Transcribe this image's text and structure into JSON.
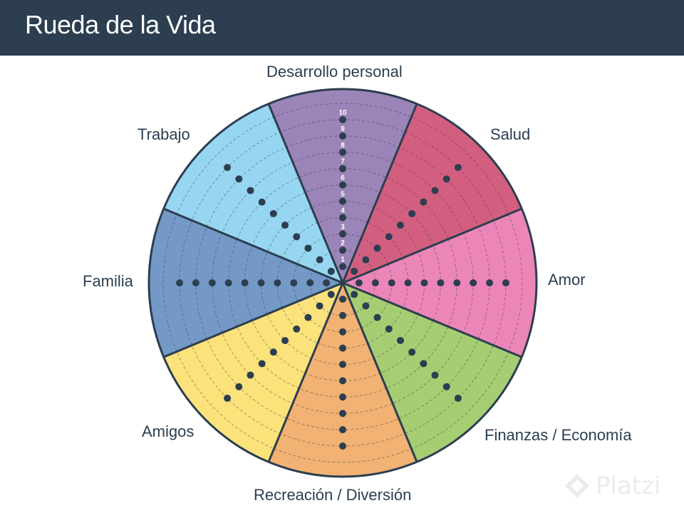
{
  "title": "Rueda de la Vida",
  "scale_labels": [
    "1",
    "2",
    "3",
    "4",
    "5",
    "6",
    "7",
    "8",
    "9",
    "10"
  ],
  "segments": [
    {
      "label": "Desarrollo personal",
      "color": "#9b84b8"
    },
    {
      "label": "Salud",
      "color": "#d35f80"
    },
    {
      "label": "Amor",
      "color": "#ec86b8"
    },
    {
      "label": "Finanzas / Economía",
      "color": "#a6cd72"
    },
    {
      "label": "Recreación / Diversión",
      "color": "#f1b273"
    },
    {
      "label": "Amigos",
      "color": "#fbe27a"
    },
    {
      "label": "Familia",
      "color": "#7599c6"
    },
    {
      "label": "Trabajo",
      "color": "#97d6f1"
    }
  ],
  "colors": {
    "header_bg": "#2c3e50",
    "outline": "#2c3e50",
    "dot": "#2c3e50"
  },
  "watermark": {
    "text": "Platzi",
    "icon": "platzi-logo-icon"
  }
}
